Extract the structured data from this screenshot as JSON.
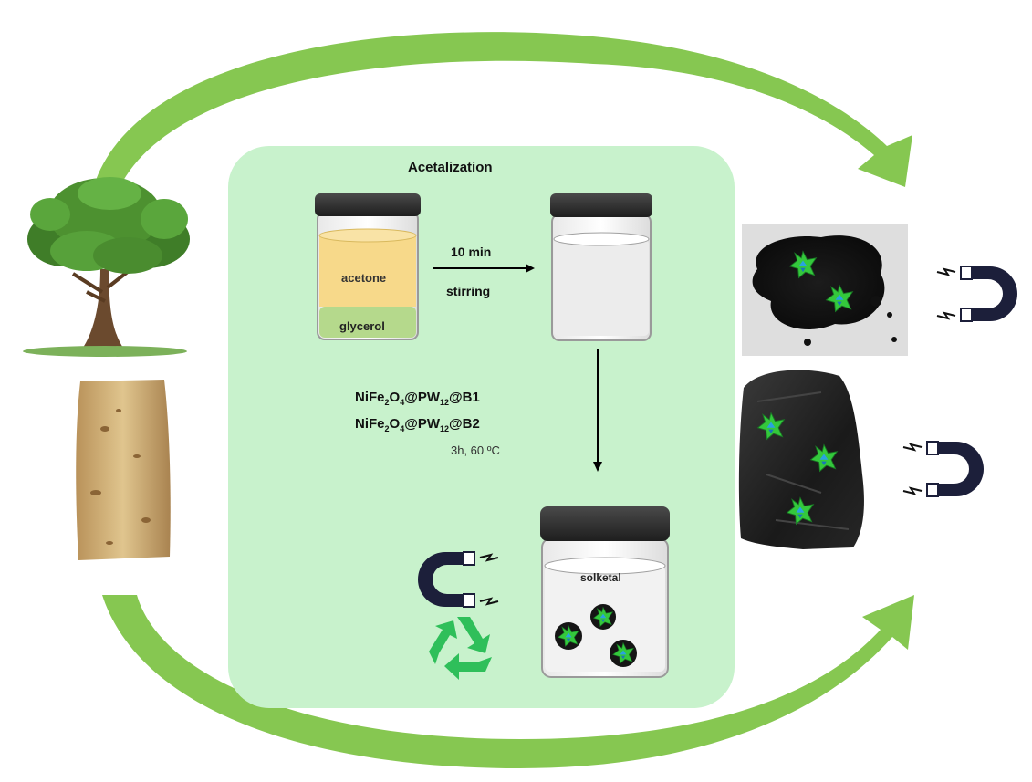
{
  "process_box": {
    "title": "Acetalization"
  },
  "jar_mixture": {
    "top_layer": "acetone",
    "bottom_layer": "glycerol"
  },
  "step_arrow": {
    "time": "10 min",
    "action": "stirring"
  },
  "catalysts": [
    {
      "prefix": "NiFe",
      "sub1": "2",
      "mid": "O",
      "sub2": "4",
      "mid2": "@PW",
      "sub3": "12",
      "suffix": "@B1"
    },
    {
      "prefix": "NiFe",
      "sub1": "2",
      "mid": "O",
      "sub2": "4",
      "mid2": "@PW",
      "sub3": "12",
      "suffix": "@B2"
    }
  ],
  "conditions": "3h, 60 ºC",
  "product_jar": {
    "label": "solketal"
  },
  "colors": {
    "box_fill": "#c8f2cc",
    "cycle_arrow": "#7cc14a",
    "acetone_layer": "#f7d98a",
    "glycerol_layer": "#b5d98c",
    "jar_lid": "#2d2d2d",
    "magnet": "#1c1f3a",
    "recycle": "#2fbf5a",
    "catalyst_star": "#34c83c"
  },
  "icons": [
    "tree-icon",
    "cork-icon",
    "magnet-icon",
    "recycle-icon",
    "catalyst-star-icon",
    "biochar-powder-image",
    "biochar-piece-image"
  ]
}
